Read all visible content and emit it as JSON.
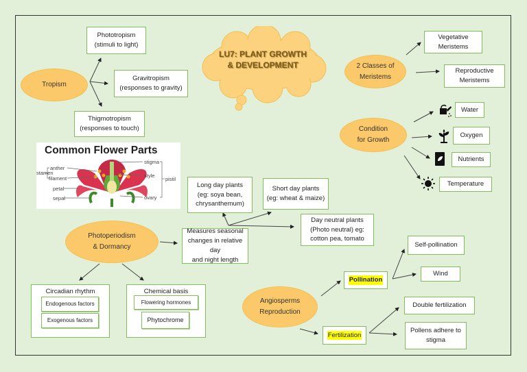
{
  "title": {
    "line1": "LU7: PLANT GROWTH",
    "line2": "& DEVELOPMENT"
  },
  "tropism": {
    "label": "Tropism",
    "children": [
      "Phototropism\n(stimuli to light)",
      "Gravitropism\n(responses to gravity)",
      "Thigmotropism\n(responses to touch)"
    ]
  },
  "meristems": {
    "label": "2 Classes of\nMeristems",
    "children": [
      "Vegetative\nMeristems",
      "Reproductive\nMeristems"
    ]
  },
  "growth": {
    "label": "Condition\nfor Growth",
    "children": [
      {
        "label": "Water",
        "icon": "watering-can-icon"
      },
      {
        "label": "Oxygen",
        "icon": "plant-sprout-icon"
      },
      {
        "label": "Nutrients",
        "icon": "fertilizer-bag-icon"
      },
      {
        "label": "Temperature",
        "icon": "sun-icon"
      }
    ]
  },
  "flower": {
    "title": "Common Flower Parts",
    "labels": {
      "stamen": "stamen",
      "anther": "anther",
      "filament": "filament",
      "petal": "petal",
      "sepal": "sepal",
      "stigma": "stigma",
      "style": "style",
      "ovary": "ovary",
      "pistil": "pistil"
    }
  },
  "photoperiod": {
    "label": "Photoperiodism\n& Dormancy",
    "measures": "Measures seasonal\nchanges in relative day\nand night length",
    "plants": [
      "Long day plants\n(eg: soya bean,\nchrysanthemum)",
      "Short day plants\n(eg: wheat & maize)",
      "Day neutral plants\n(Photo neutral) eg:\ncotton pea, tomato"
    ],
    "circadian": {
      "title": "Circadian rhythm",
      "items": [
        "Endogenous factors",
        "Exogenous factors"
      ]
    },
    "chemical": {
      "title": "Chemical basis",
      "items": [
        "Flowering hormones",
        "Phytochrome"
      ]
    }
  },
  "angiosperms": {
    "label": "Angiosperms\nReproduction",
    "pollination": {
      "label": "Pollination",
      "children": [
        "Self-pollination",
        "Wind"
      ]
    },
    "fertilization": {
      "label": "Fertilization",
      "children": [
        "Double fertilization",
        "Pollens adhere to\nstigma"
      ]
    }
  },
  "colors": {
    "background": "#e2efd9",
    "oval": "#fcc96a",
    "box_border": "#7fbf5a",
    "highlight": "#ffff00"
  }
}
